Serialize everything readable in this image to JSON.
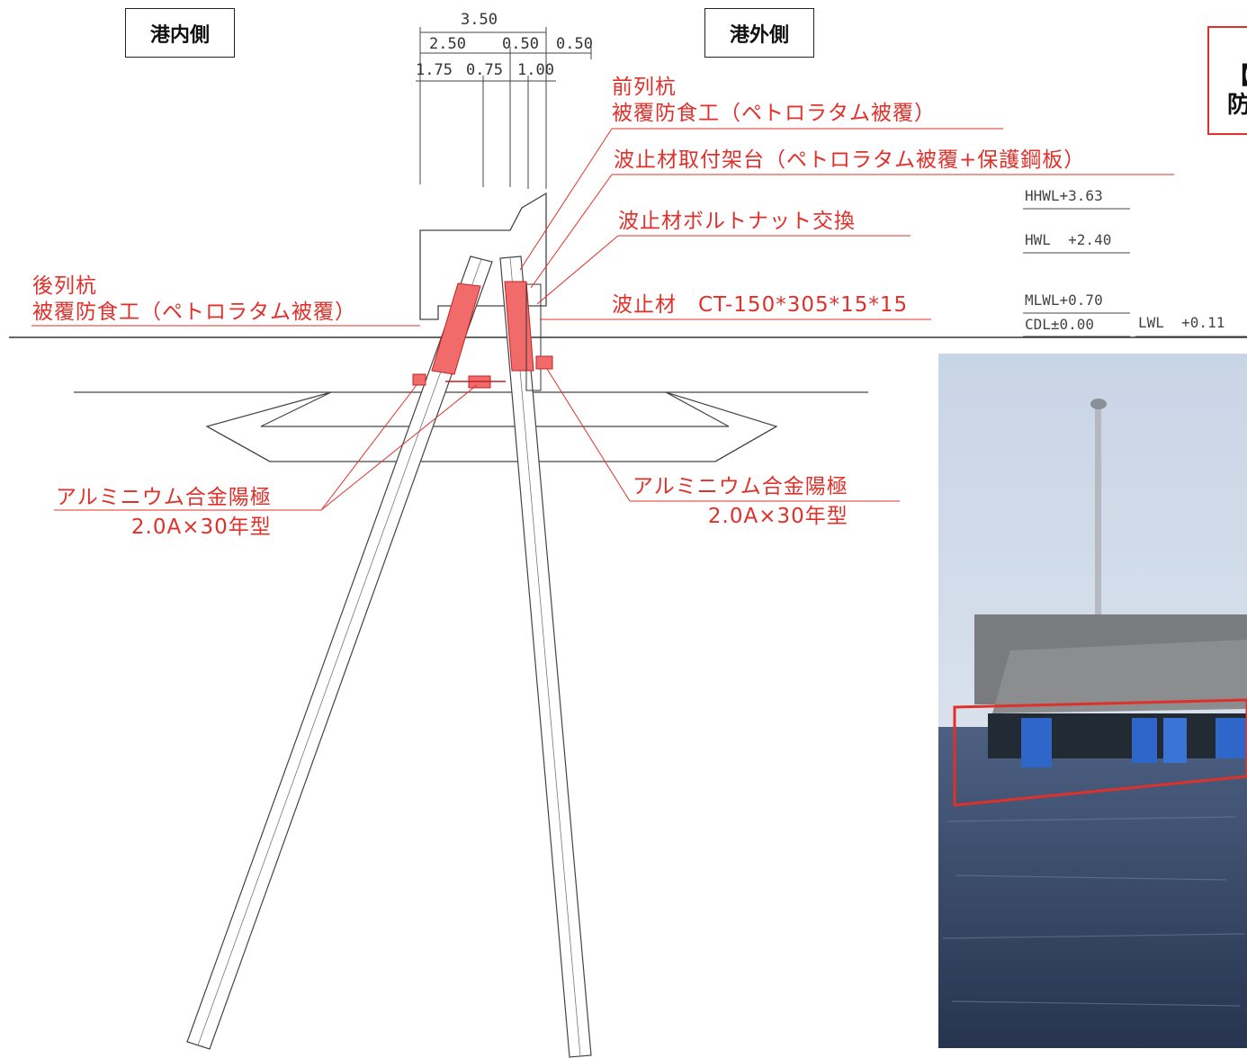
{
  "header": {
    "harbor_inner": "港内側",
    "harbor_outer": "港外側",
    "legend_line1": "【",
    "legend_line2": "防"
  },
  "dimensions": {
    "total": "3.50",
    "d_250": "2.50",
    "d_050a": "0.50",
    "d_050b": "0.50",
    "d_175": "1.75",
    "d_075": "0.75",
    "d_100": "1.00"
  },
  "callouts": {
    "front_pile_1": "前列杭",
    "front_pile_2": "被覆防食工（ペトロラタム被覆）",
    "bracket": "波止材取付架台（ペトロラタム被覆+保護鋼板）",
    "bolt": "波止材ボルトナット交換",
    "rear_pile_1": "後列杭",
    "rear_pile_2": "被覆防食工（ペトロラタム被覆）",
    "wave_member": "波止材　CT-150*305*15*15",
    "anode_left_1": "アルミニウム合金陽極",
    "anode_left_2": "2.0A×30年型",
    "anode_right_1": "アルミニウム合金陽極",
    "anode_right_2": "2.0A×30年型"
  },
  "water_levels": {
    "hhwl": "HHWL+3.63",
    "hwl": "HWL  +2.40",
    "mlwl": "MLWL+0.70",
    "cdl": "CDL±0.00",
    "lwl": "LWL  +0.11"
  },
  "colors": {
    "accent_red": "#e0302a",
    "coating_fill": "#f26b6b",
    "line_gray": "#555555"
  }
}
